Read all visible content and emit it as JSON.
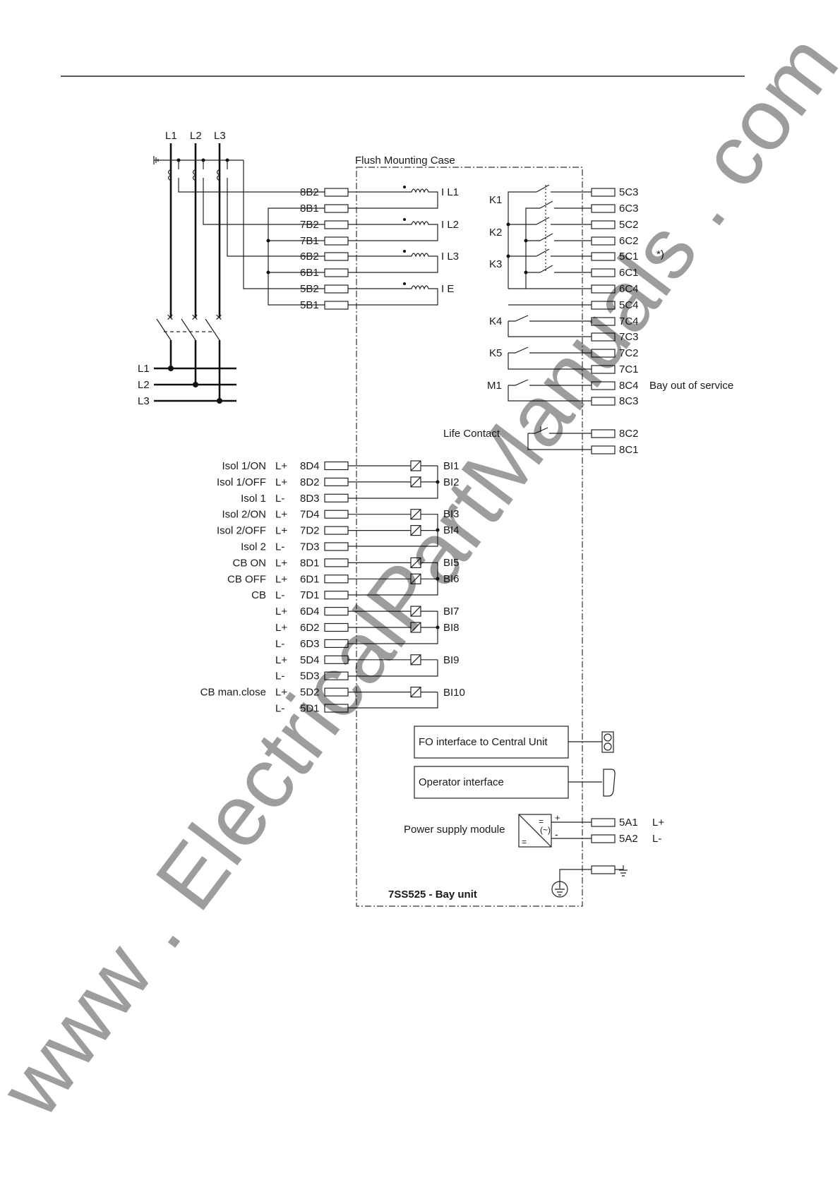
{
  "phases_top": [
    "L1",
    "L2",
    "L3"
  ],
  "phases_busbar": [
    "L1",
    "L2",
    "L3"
  ],
  "case_label": "Flush Mounting Case",
  "unit_label": "7SS525 - Bay unit",
  "ct_terminals": [
    "8B2",
    "8B1",
    "7B2",
    "7B1",
    "6B2",
    "6B1",
    "5B2",
    "5B1"
  ],
  "current_inputs": [
    "I L1",
    "I L2",
    "I L3",
    "I E"
  ],
  "relays": [
    "K1",
    "K2",
    "K3",
    "K4",
    "K5",
    "M1"
  ],
  "relay_terminals": [
    "5C3",
    "6C3",
    "5C2",
    "6C2",
    "5C1",
    "6C1",
    "6C4",
    "5C4",
    "7C4",
    "7C3",
    "7C2",
    "7C1",
    "8C4",
    "8C3"
  ],
  "note_mark": "*)",
  "bay_out_label": "Bay out of service",
  "life_contact": {
    "label": "Life Contact",
    "terminals": [
      "8C2",
      "8C1"
    ]
  },
  "binary_rows": [
    {
      "name": "Isol 1/ON",
      "pol": "L+",
      "term": "8D4"
    },
    {
      "name": "Isol 1/OFF",
      "pol": "L+",
      "term": "8D2"
    },
    {
      "name": "Isol 1",
      "pol": "L-",
      "term": "8D3"
    },
    {
      "name": "Isol 2/ON",
      "pol": "L+",
      "term": "7D4"
    },
    {
      "name": "Isol 2/OFF",
      "pol": "L+",
      "term": "7D2"
    },
    {
      "name": "Isol 2",
      "pol": "L-",
      "term": "7D3"
    },
    {
      "name": "CB ON",
      "pol": "L+",
      "term": "8D1"
    },
    {
      "name": "CB OFF",
      "pol": "L+",
      "term": "6D1"
    },
    {
      "name": "CB",
      "pol": "L-",
      "term": "7D1"
    },
    {
      "name": "",
      "pol": "L+",
      "term": "6D4"
    },
    {
      "name": "",
      "pol": "L+",
      "term": "6D2"
    },
    {
      "name": "",
      "pol": "L-",
      "term": "6D3"
    },
    {
      "name": "",
      "pol": "L+",
      "term": "5D4"
    },
    {
      "name": "",
      "pol": "L-",
      "term": "5D3"
    },
    {
      "name": "CB man.close",
      "pol": "L+",
      "term": "5D2"
    },
    {
      "name": "",
      "pol": "L-",
      "term": "5D1"
    }
  ],
  "binary_inputs": [
    "BI1",
    "BI2",
    "BI3",
    "BI4",
    "BI5",
    "BI6",
    "BI7",
    "BI8",
    "BI9",
    "BI10"
  ],
  "fo_interface": "FO interface to Central Unit",
  "operator_interface": "Operator interface",
  "power_supply": {
    "label": "Power supply module",
    "terminals": [
      "5A1",
      "5A2"
    ],
    "polarity": [
      "L+",
      "L-"
    ],
    "signs": [
      "+",
      "-"
    ]
  },
  "watermark": "www . ElectricalPartManuals . com"
}
